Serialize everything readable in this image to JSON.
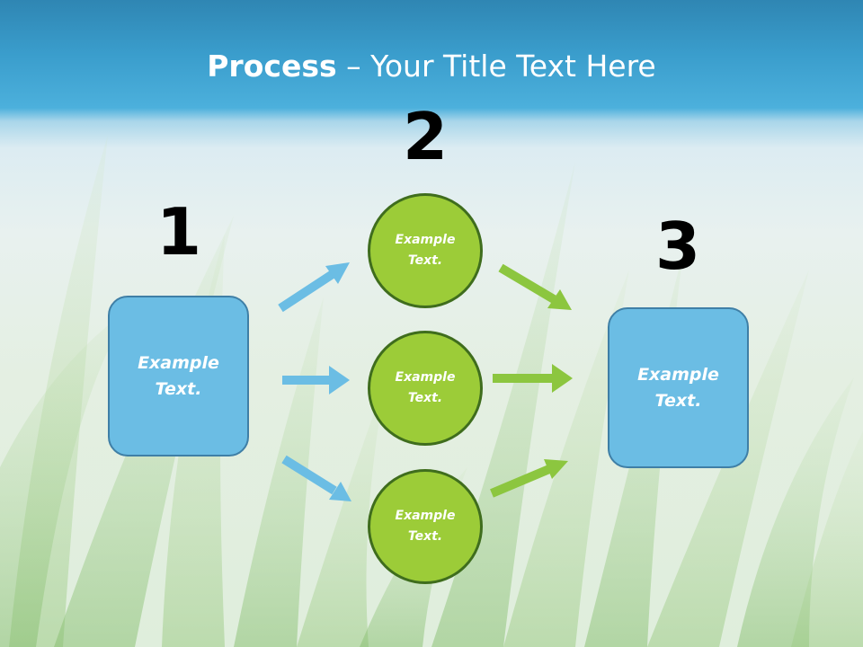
{
  "title": {
    "bold": "Process",
    "rest": " – Your Title Text Here"
  },
  "steps": {
    "one": "1",
    "two": "2",
    "three": "3"
  },
  "left_box": {
    "label": "Example\nText."
  },
  "circles": [
    {
      "label": "Example\nText."
    },
    {
      "label": "Example\nText."
    },
    {
      "label": "Example\nText."
    }
  ],
  "right_box": {
    "label": "Example\nText."
  },
  "colors": {
    "box_fill": "#6bbde4",
    "circle_fill": "#9ccc38",
    "blue_arrow": "#6bbde4",
    "green_arrow": "#8cc63f"
  }
}
